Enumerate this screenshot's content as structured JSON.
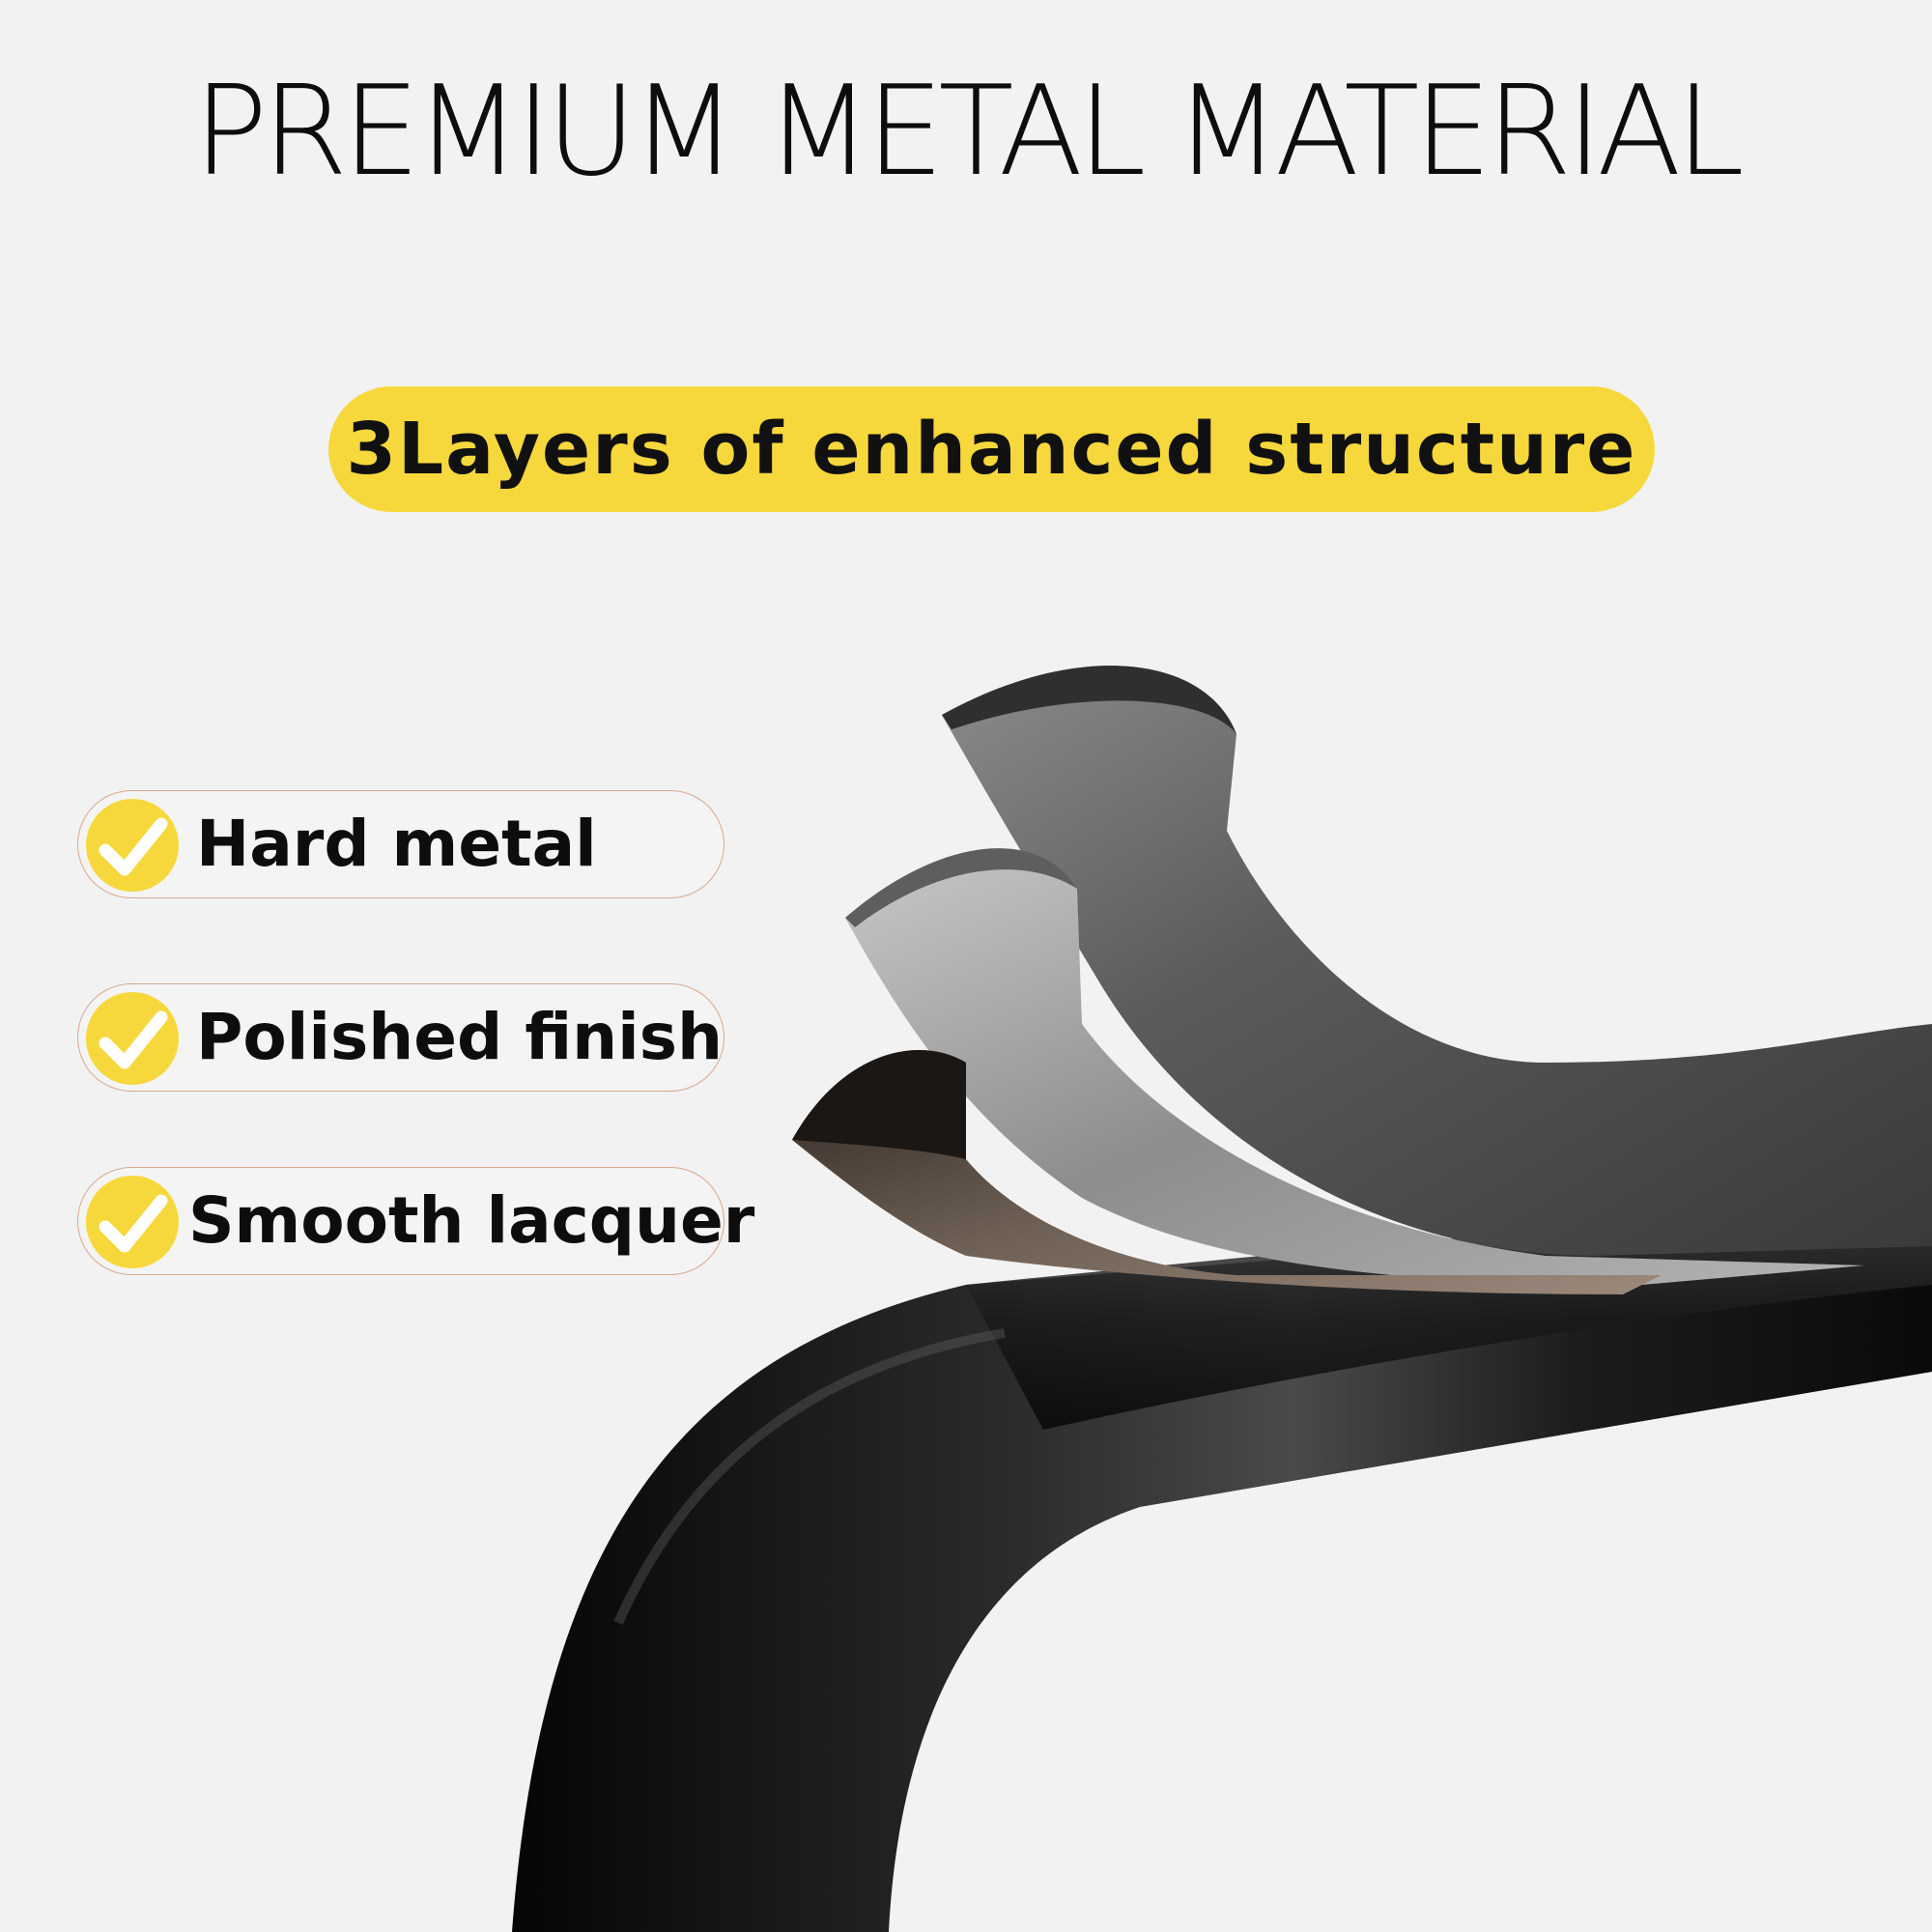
{
  "header": {
    "title": "PREMIUM METAL MATERIAL"
  },
  "banner": {
    "text": "3Layers of enhanced structure"
  },
  "features": [
    {
      "label": "Hard metal",
      "icon": "check-icon"
    },
    {
      "label": "Polished finish",
      "icon": "check-icon"
    },
    {
      "label": "Smooth lacquer",
      "icon": "check-icon"
    }
  ],
  "colors": {
    "background": "#f2f2f2",
    "accent_yellow": "#f7d83c",
    "pill_border": "#d8a98c",
    "text": "#0d0d0d"
  }
}
